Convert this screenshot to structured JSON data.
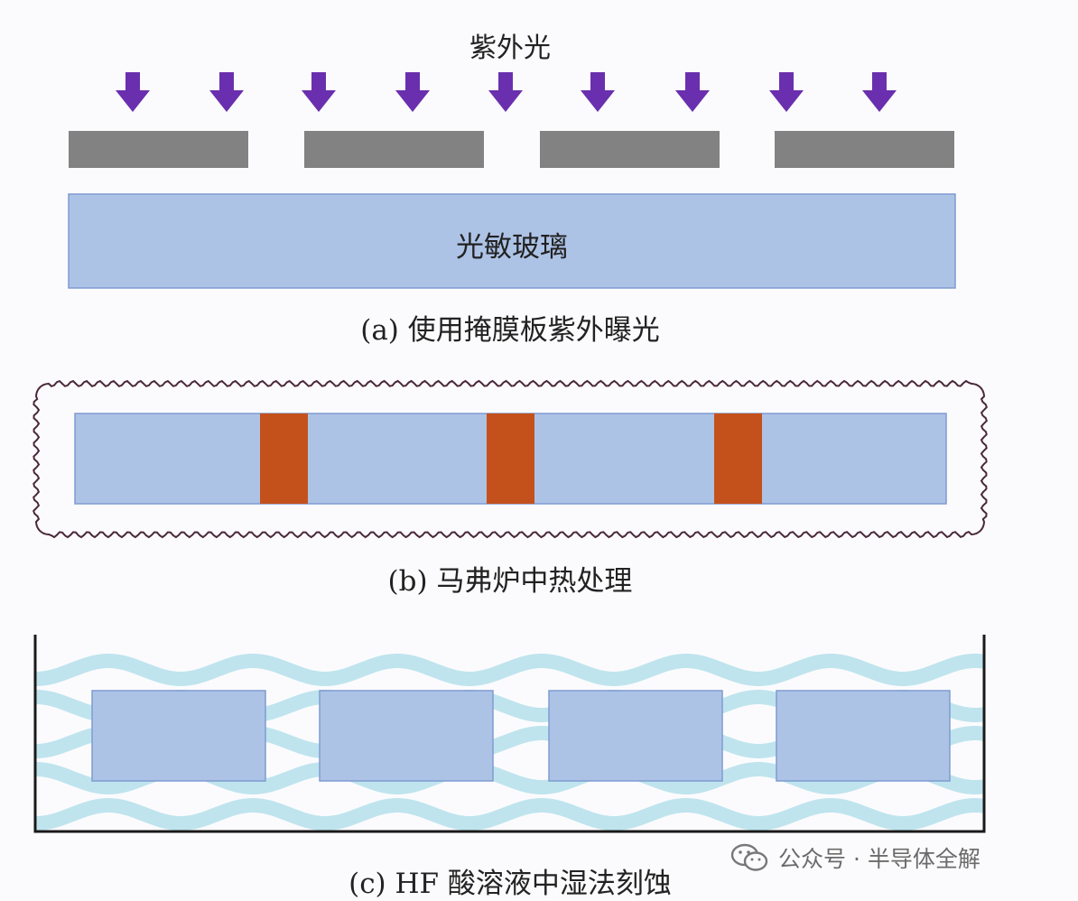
{
  "panel_a": {
    "uv_label": "紫外光",
    "glass_label": "光敏玻璃",
    "caption": "(a) 使用掩膜板紫外曝光",
    "arrow_count": 9,
    "mask_count": 4
  },
  "panel_b": {
    "caption": "(b) 马弗炉中热处理",
    "crystallized_region_count": 3
  },
  "panel_c": {
    "caption": "(c) HF 酸溶液中湿法刻蚀",
    "block_count": 4
  },
  "watermark": {
    "text": "公众号 · 半导体全解"
  },
  "colors": {
    "uv_arrow": "#6a2fae",
    "mask": "#828282",
    "glass": "#adc3e6",
    "glass_border": "#7f9bd0",
    "crystallized": "#c4511c",
    "furnace_wire": "#4a2838",
    "etch_solution": "#bfe4ee",
    "container": "#1a1a1a"
  }
}
